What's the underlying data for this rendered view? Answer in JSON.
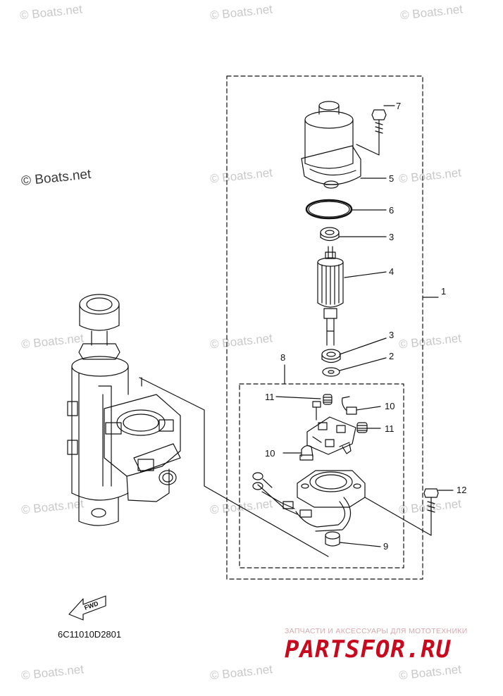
{
  "watermarks": {
    "text": "© Boats.net",
    "feature_text": "© Boats.net"
  },
  "diagram_code": "6C11010D2801",
  "fwd_label": "FWD",
  "brand": {
    "tagline": "ЗАПЧАСТИ И АКСЕССУАРЫ ДЛЯ МОТОТЕХНИКИ",
    "name": "PARTSFOR.RU",
    "color": "#c80a1f"
  },
  "callouts": {
    "c1": "1",
    "c2": "2",
    "c3a": "3",
    "c3b": "3",
    "c4": "4",
    "c5": "5",
    "c6": "6",
    "c7": "7",
    "c8": "8",
    "c9": "9",
    "c10a": "10",
    "c10b": "10",
    "c11a": "11",
    "c11b": "11",
    "c12": "12"
  }
}
